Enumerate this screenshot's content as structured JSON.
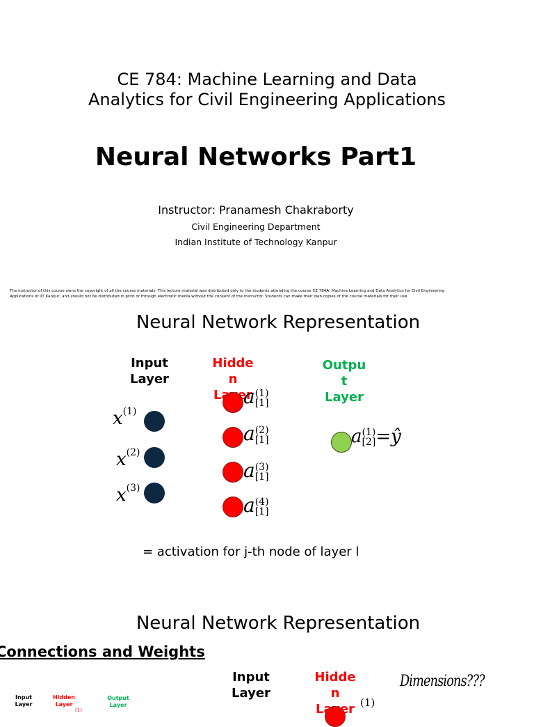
{
  "slide1": {
    "course_title_line1": "CE 784: Machine Learning and Data",
    "course_title_line2": "Analytics for Civil Engineering Applications",
    "main_title": "Neural Networks Part1",
    "instructor": "Instructor: Pranamesh Chakraborty",
    "department": "Civil Engineering Department",
    "institute": "Indian Institute of Technology Kanpur",
    "copyright_line1": "The instructor of this course owns the copyright of all the course materials. This lecture material was distributed only to the students attending the course CE 784A: Machine Learning and Data Analytics for Civil Engineering",
    "copyright_line2": "Applications of IIT Kanpur, and should not be distributed in print or through electronic media without the consent of the instructor. Students can make their own copies of the course materials for their use."
  },
  "slide2": {
    "title": "Neural Network Representation",
    "input_label_1": "Input",
    "input_label_2": "Layer",
    "hidden_label_1": "Hidde",
    "hidden_label_2": "n",
    "hidden_label_3": "Layer",
    "output_label_1": "Outpu",
    "output_label_2": "t",
    "output_label_3": "Layer",
    "input_vars": [
      {
        "base": "x",
        "sup": "(1)"
      },
      {
        "base": "x",
        "sup": "(2)"
      },
      {
        "base": "x",
        "sup": "(3)"
      }
    ],
    "hidden_vars": [
      {
        "base": "a",
        "sup": "(1)",
        "sub": "[1]"
      },
      {
        "base": "a",
        "sup": "(2)",
        "sub": "[1]"
      },
      {
        "base": "a",
        "sup": "(3)",
        "sub": "[1]"
      },
      {
        "base": "a",
        "sup": "(4)",
        "sub": "[1]"
      }
    ],
    "output_var": {
      "base": "a",
      "sup": "(1)",
      "sub": "[2]",
      "rhs": "=ŷ"
    },
    "activation_note": "= activation for j-th node of layer l",
    "colors": {
      "input_node": "#0e2841",
      "hidden": "#ff0000",
      "output_label": "#00b050",
      "output_node": "#92d050"
    }
  },
  "slide3": {
    "title": "Neural Network Representation",
    "subtitle": "Connections and Weights",
    "input_label_1": "Input",
    "input_label_2": "Layer",
    "hidden_label_1": "Hidde",
    "hidden_label_2": "n",
    "hidden_label_3": "Layer",
    "hidden_sup": "(1)",
    "dimensions": "Dimensions???",
    "tiny_input_1": "Input",
    "tiny_input_2": "Layer",
    "tiny_hidden_1": "Hidden",
    "tiny_hidden_2": "Layer",
    "tiny_output_1": "Output",
    "tiny_output_2": "Layer",
    "tiny_sup": "(1)"
  }
}
